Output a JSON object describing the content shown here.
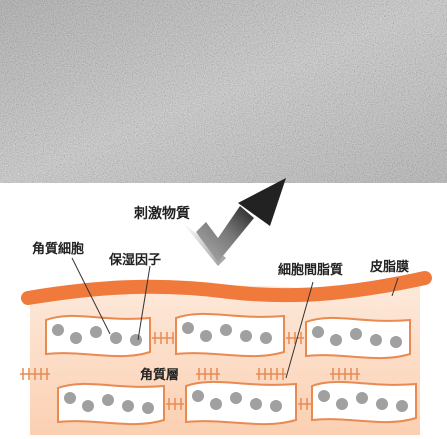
{
  "labels": {
    "stimulus": "刺激物質",
    "corneocyte": "角質細胞",
    "nmf": "保湿因子",
    "intercellular_lipid": "細胞間脂質",
    "sebum_film": "皮脂膜",
    "stratum_corneum": "角質層"
  },
  "colors": {
    "sebum": "#f07a3c",
    "background_top": "#fde9da",
    "background_bottom": "#fbd0b2",
    "cell_fill": "#ffffff",
    "cell_border": "#e98a52",
    "dot": "#a0a0a0",
    "arrow_dark": "#222222",
    "arrow_light": "#b0b0b0",
    "photo_base": "#c9c9c9"
  }
}
